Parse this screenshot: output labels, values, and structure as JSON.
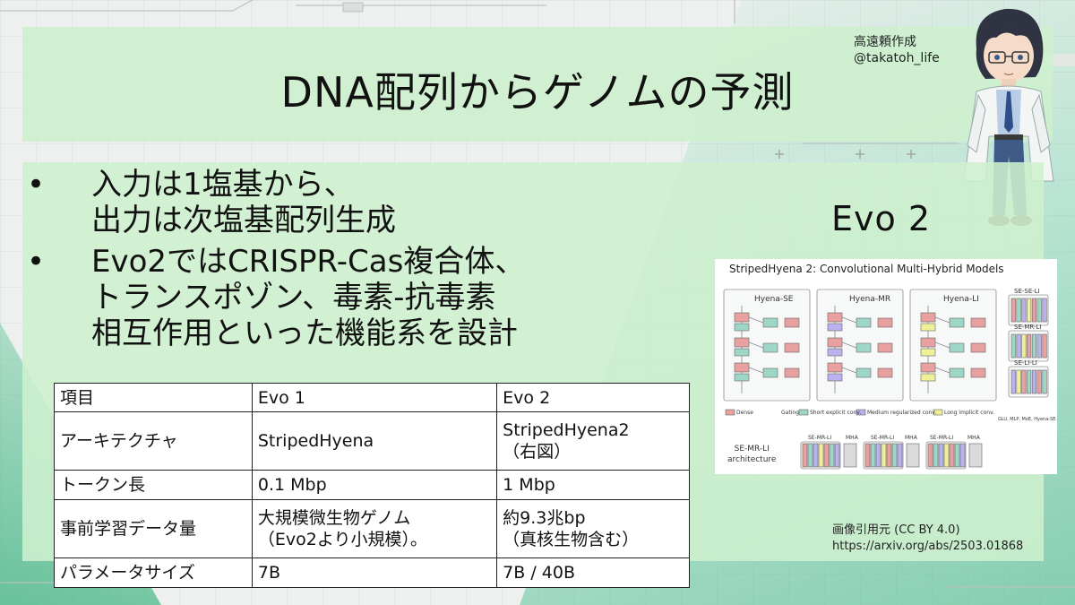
{
  "slide": {
    "title": "DNA配列からゲノムの予測",
    "credit": [
      "高遠頼作成",
      "@takatoh_life"
    ],
    "evo_label": "Evo 2",
    "bullets": [
      {
        "marker": "•",
        "lines": [
          "入力は1塩基から、",
          "出力は次塩基配列生成"
        ]
      },
      {
        "marker": "•",
        "lines": [
          "Evo2ではCRISPR-Cas複合体、",
          "トランスポゾン、毒素-抗毒素",
          "相互作用といった機能系を設計"
        ]
      }
    ],
    "source": [
      "画像引用元 (CC BY 4.0)",
      "https://arxiv.org/abs/2503.01868"
    ]
  },
  "table": {
    "rows": [
      {
        "label": "項目",
        "evo1": [
          "Evo 1"
        ],
        "evo2": [
          "Evo 2"
        ]
      },
      {
        "label": "アーキテクチャ",
        "evo1": [
          "StripedHyena"
        ],
        "evo2": [
          "StripedHyena2",
          "（右図）"
        ]
      },
      {
        "label": "トークン長",
        "evo1": [
          "0.1 Mbp"
        ],
        "evo2": [
          "1 Mbp"
        ]
      },
      {
        "label": "事前学習データ量",
        "evo1": [
          "大規模微生物ゲノム",
          "（Evo2より小規模）。"
        ],
        "evo2": [
          "約9.3兆bp",
          "（真核生物含む）"
        ]
      },
      {
        "label": "パラメータサイズ",
        "evo1": [
          "7B"
        ],
        "evo2": [
          "7B / 40B"
        ]
      }
    ]
  },
  "figure": {
    "title": "StripedHyena 2: Convolutional Multi-Hybrid Models",
    "blocks": [
      "Hyena-SE",
      "Hyena-MR",
      "Hyena-LI"
    ],
    "stacks": [
      "SE-SE-LI",
      "SE-MR-LI",
      "SE-LI-LI"
    ],
    "legend": [
      "Dense",
      "Gating",
      "Short explicit conv.",
      "Medium regularized conv.",
      "Long implicit conv.",
      "GLU, MLP, MoE, Hyena-SE"
    ],
    "arch_label": [
      "SE-MR-LI",
      "architecture"
    ],
    "arch_groups": [
      "SE-MR-LI",
      "MHA",
      "SE-MR-LI",
      "MHA",
      "SE-MR-LI",
      "MHA"
    ],
    "colors": {
      "dense": "#e8a0a0",
      "short": "#9ed6c8",
      "medium": "#b9b2ee",
      "long": "#f0ef9a"
    }
  }
}
